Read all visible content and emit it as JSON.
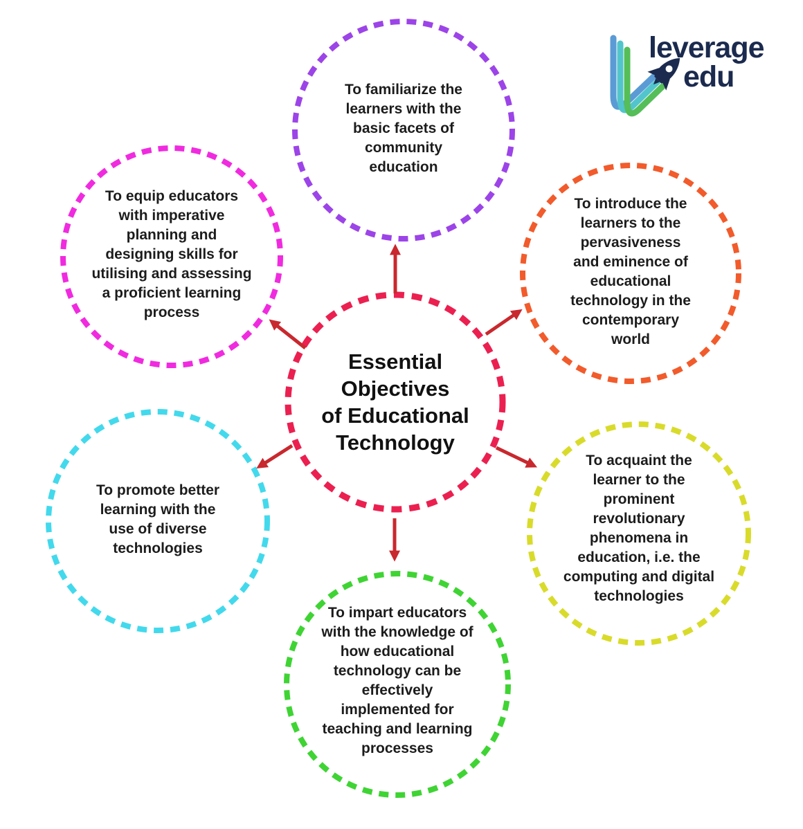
{
  "page": {
    "background": "#ffffff"
  },
  "logo": {
    "wordmark_line1": "leverage",
    "wordmark_line2": "edu",
    "text_color": "#1b2a4e",
    "stroke_blue": "#5b9bd5",
    "stroke_teal": "#52c5cc",
    "stroke_green": "#55be58",
    "rocket_color": "#1b2a4e"
  },
  "palette": {
    "arrow": "#c8282e",
    "text": "#1c1c1c"
  },
  "diagram": {
    "center": {
      "label": "Essential\nObjectives\nof Educational\nTechnology",
      "color": "#eb2050"
    },
    "nodes": [
      {
        "id": "familiarize",
        "position": "top",
        "color": "#9c44e8",
        "label": "To familiarize the\nlearners with the\nbasic facets of\ncommunity\neducation"
      },
      {
        "id": "equip",
        "position": "top-left",
        "color": "#f02bdf",
        "label": "To equip educators\nwith imperative\nplanning and\ndesigning skills for\nutilising and assessing\na proficient learning\nprocess"
      },
      {
        "id": "introduce",
        "position": "top-right",
        "color": "#f25b2b",
        "label": "To introduce the\nlearners to the\npervasiveness\nand eminence of\neducational\ntechnology in the\ncontemporary\nworld"
      },
      {
        "id": "promote",
        "position": "left",
        "color": "#43d9ec",
        "label": "To promote better\nlearning with the\nuse of diverse\ntechnologies"
      },
      {
        "id": "acquaint",
        "position": "right",
        "color": "#d9db2b",
        "label": "To acquaint the\nlearner to the\nprominent\nrevolutionary\nphenomena in\neducation, i.e. the\ncomputing and digital\ntechnologies"
      },
      {
        "id": "impart",
        "position": "bottom",
        "color": "#3fd434",
        "label": "To impart educators\nwith the knowledge of\nhow educational\ntechnology can be\neffectively\nimplemented for\nteaching and learning\nprocesses"
      }
    ]
  }
}
